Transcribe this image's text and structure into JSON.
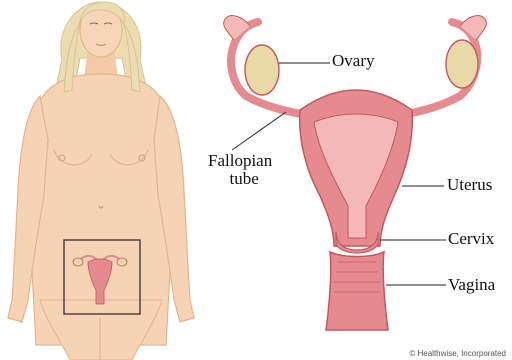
{
  "labels": {
    "ovary": "Ovary",
    "fallopian_tube": "Fallopian tube",
    "fallopian_line1": "Fallopian",
    "fallopian_line2": "tube",
    "uterus": "Uterus",
    "cervix": "Cervix",
    "vagina": "Vagina"
  },
  "credit": "© Healthwise, Incorporated",
  "colors": {
    "skin": "#f6d3b4",
    "skin_shadow": "#e3b48f",
    "hair": "#ecdcb2",
    "hair_shadow": "#d8c392",
    "organ": "#e58a8f",
    "organ_light": "#f4b8b8",
    "organ_dark": "#c4585f",
    "ovary": "#e8d9a6",
    "leader_line": "#222222"
  }
}
